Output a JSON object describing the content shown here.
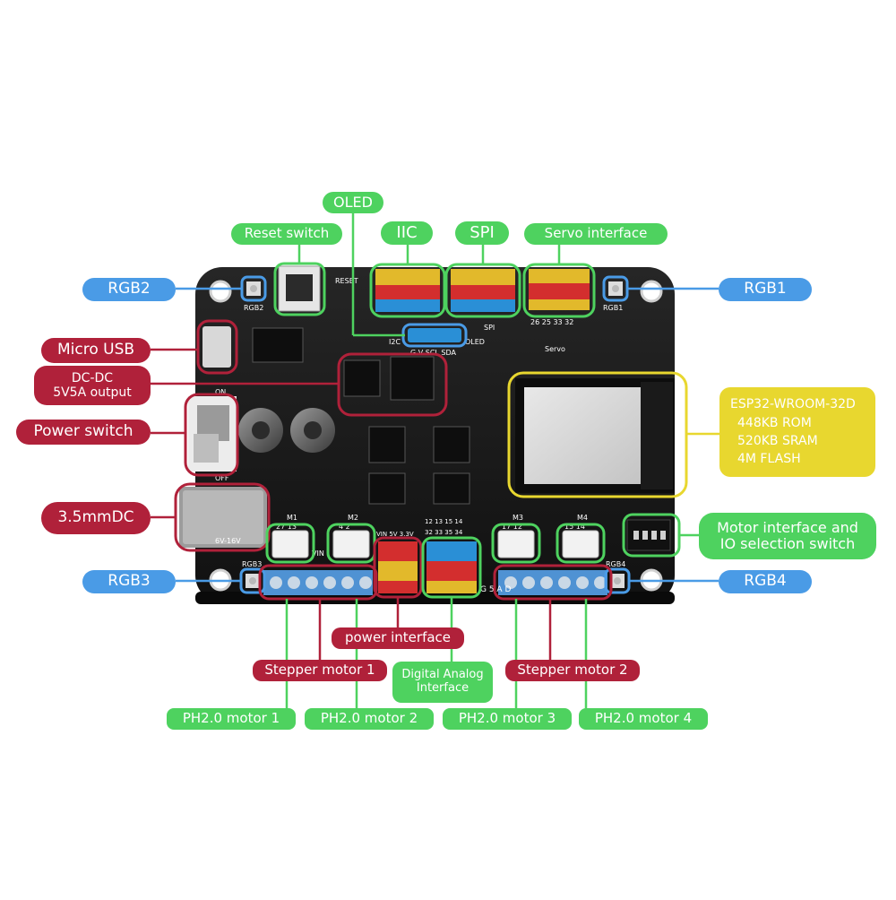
{
  "labels": {
    "oled": "OLED",
    "reset_switch": "Reset switch",
    "iic": "IIC",
    "spi": "SPI",
    "servo_interface": "Servo interface",
    "rgb1": "RGB1",
    "rgb2": "RGB2",
    "rgb3": "RGB3",
    "rgb4": "RGB4",
    "micro_usb": "Micro USB",
    "dcdc_line1": "DC-DC",
    "dcdc_line2": "5V5A output",
    "power_switch": "Power switch",
    "dc_jack": "3.5mmDC",
    "esp32": {
      "line1": "ESP32-WROOM-32D",
      "line2": "448KB ROM",
      "line3": "520KB SRAM",
      "line4": "4M FLASH"
    },
    "motor_io_line1": "Motor interface and",
    "motor_io_line2": "IO selection switch",
    "power_interface": "power interface",
    "stepper1": "Stepper motor 1",
    "stepper2": "Stepper motor 2",
    "digital_analog_line1": "Digital Analog",
    "digital_analog_line2": "Interface",
    "ph1": "PH2.0 motor 1",
    "ph2": "PH2.0 motor 2",
    "ph3": "PH2.0 motor 3",
    "ph4": "PH2.0 motor 4"
  },
  "board_silk": {
    "reset": "RESET",
    "rgb2": "RGB2",
    "rgb1": "RGB1",
    "rgb3": "RGB3",
    "rgb4": "RGB4",
    "i2c": "I2C",
    "spi": "SPI",
    "oled": "OLED",
    "oled_pins": "G  V  SCL SDA",
    "servo": "Servo",
    "servo_pins": "26  25  33  32",
    "on": "ON",
    "off": "OFF",
    "vin_range": "6V-16V",
    "m1": "M1",
    "m2": "M2",
    "m3": "M3",
    "m4": "M4",
    "m1_pins": "27  13",
    "m2_pins": "4  2",
    "m3_pins": "17  12",
    "m4_pins": "15  14",
    "power_pins": "VIN 5V 3.3V",
    "io_pins_top": "12 13 15 14",
    "io_pins_bot": "32 33 35 34",
    "gsad": "G 5 A D",
    "vin": "VIN"
  },
  "colors": {
    "green": "#4ed25f",
    "blue": "#4a9be6",
    "red": "#b0213a",
    "yellow": "#e8d72f",
    "board": "#1a1a1a"
  }
}
